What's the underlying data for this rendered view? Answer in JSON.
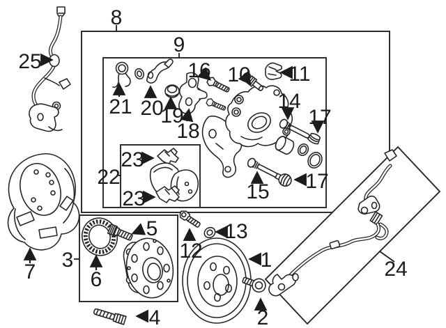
{
  "figure": {
    "kind": "exploded-parts-diagram",
    "subject": "rear-disc-brake-assembly",
    "background_color": "#ffffff",
    "line_color": "#262626",
    "label_color": "#1c1c1c"
  },
  "callouts": [
    {
      "text": "1",
      "target": "brake-rotor"
    },
    {
      "text": "2",
      "target": "rotor-set-screw"
    },
    {
      "text": "3",
      "target": "hub-kit-box"
    },
    {
      "text": "4",
      "target": "hub-mount-bolt"
    },
    {
      "text": "5",
      "target": "wheel-stud"
    },
    {
      "text": "6",
      "target": "abs-tone-ring"
    },
    {
      "text": "7",
      "target": "splash-shield"
    },
    {
      "text": "8",
      "target": "caliper-assembly-box"
    },
    {
      "text": "9",
      "target": "caliper-hardware-box"
    },
    {
      "text": "10",
      "target": "bleeder-screw"
    },
    {
      "text": "11",
      "target": "retainer-clip"
    },
    {
      "text": "12",
      "target": "banjo-bolt"
    },
    {
      "text": "13",
      "target": "sealing-washer"
    },
    {
      "text": "14",
      "target": "upper-guide-pin"
    },
    {
      "text": "15",
      "target": "lower-guide-pin"
    },
    {
      "text": "16",
      "target": "caliper-bolt"
    },
    {
      "text": "17",
      "target": "upper-pin-boot"
    },
    {
      "text": "17",
      "target": "lower-pin-boot"
    },
    {
      "text": "18",
      "target": "adjuster-bracket"
    },
    {
      "text": "19",
      "target": "dust-cap"
    },
    {
      "text": "20",
      "target": "parking-lever"
    },
    {
      "text": "21",
      "target": "return-spring"
    },
    {
      "text": "22",
      "target": "brake-pad-kit-box"
    },
    {
      "text": "23",
      "target": "upper-pad-shim"
    },
    {
      "text": "23",
      "target": "lower-pad-shim"
    },
    {
      "text": "24",
      "target": "brake-hose-box"
    },
    {
      "text": "25",
      "target": "abs-sensor-harness"
    }
  ]
}
